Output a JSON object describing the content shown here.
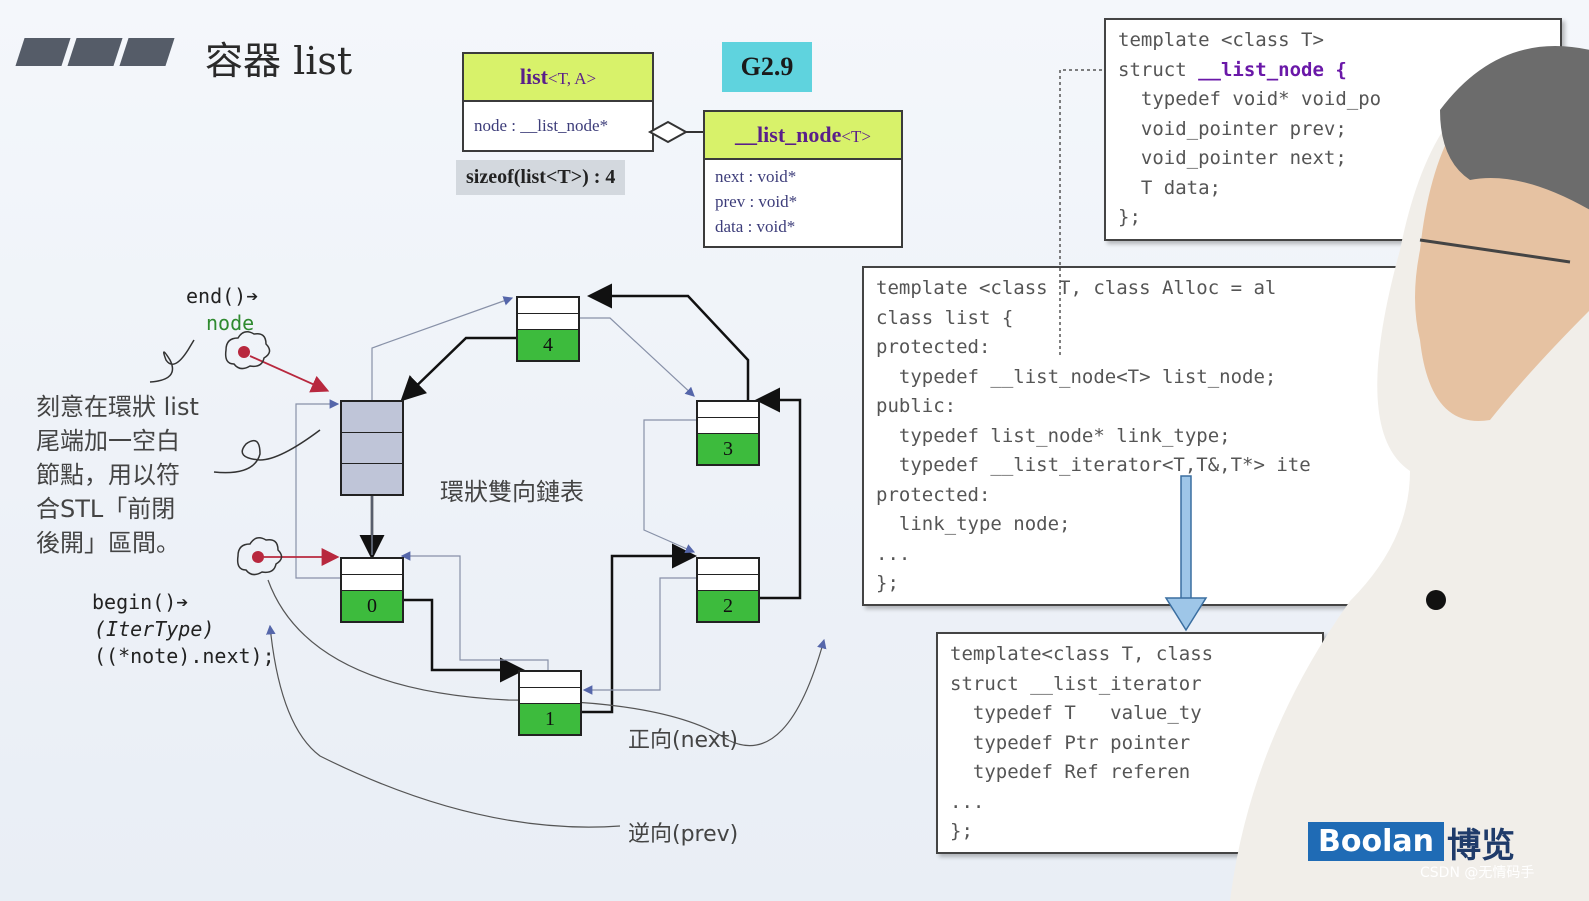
{
  "slide": {
    "title": "容器 list",
    "version": "G2.9"
  },
  "uml_list": {
    "name": "list",
    "params": "<T, A>",
    "member": "node : __list_node*",
    "sizeof": "sizeof(list<T>) : 4"
  },
  "uml_node": {
    "name": "__list_node",
    "params": "<T>",
    "members": [
      "next : void*",
      "prev : void*",
      "data : void*"
    ]
  },
  "code_node": {
    "lines": [
      "template <class T>",
      "struct __list_node {",
      "  typedef void* void_po",
      "  void_pointer prev;",
      "  void_pointer next;",
      "  T data;",
      "};"
    ]
  },
  "code_list": {
    "lines": [
      "template <class T, class Alloc = al",
      "class list {",
      "protected:",
      "  typedef __list_node<T> list_node;",
      "public:",
      "  typedef list_node* link_type;",
      "  typedef __list_iterator<T,T&,T*> ite",
      "protected:",
      "  link_type node;",
      "...",
      "};"
    ]
  },
  "code_iter": {
    "lines": [
      "template<class T, class",
      "struct __list_iterator",
      "  typedef T   value_ty",
      "  typedef Ptr pointer",
      "  typedef Ref referen",
      "...",
      "};"
    ]
  },
  "diagram": {
    "end_label": "end()➔",
    "node_label": "node",
    "begin_label_1": "begin()➔",
    "begin_label_2": "(IterType)",
    "begin_label_3": "((*note).next);",
    "annotation": [
      "刻意在環狀 list",
      "尾端加一空白",
      "節點，用以符",
      "合STL「前閉",
      "後開」區間。"
    ],
    "center_label": "環狀雙向鏈表",
    "forward_label": "正向(next)",
    "backward_label": "逆向(prev)",
    "node_numbers": [
      "0",
      "1",
      "2",
      "3",
      "4"
    ]
  },
  "branding": {
    "logo_en": "Boolan",
    "logo_cn": "博览",
    "watermark": "CSDN @无情码手"
  },
  "colors": {
    "node_green": "#3dbb3d",
    "uml_header": "#d8f26a",
    "version_badge": "#5fd3de",
    "link_red": "#b8283e"
  }
}
